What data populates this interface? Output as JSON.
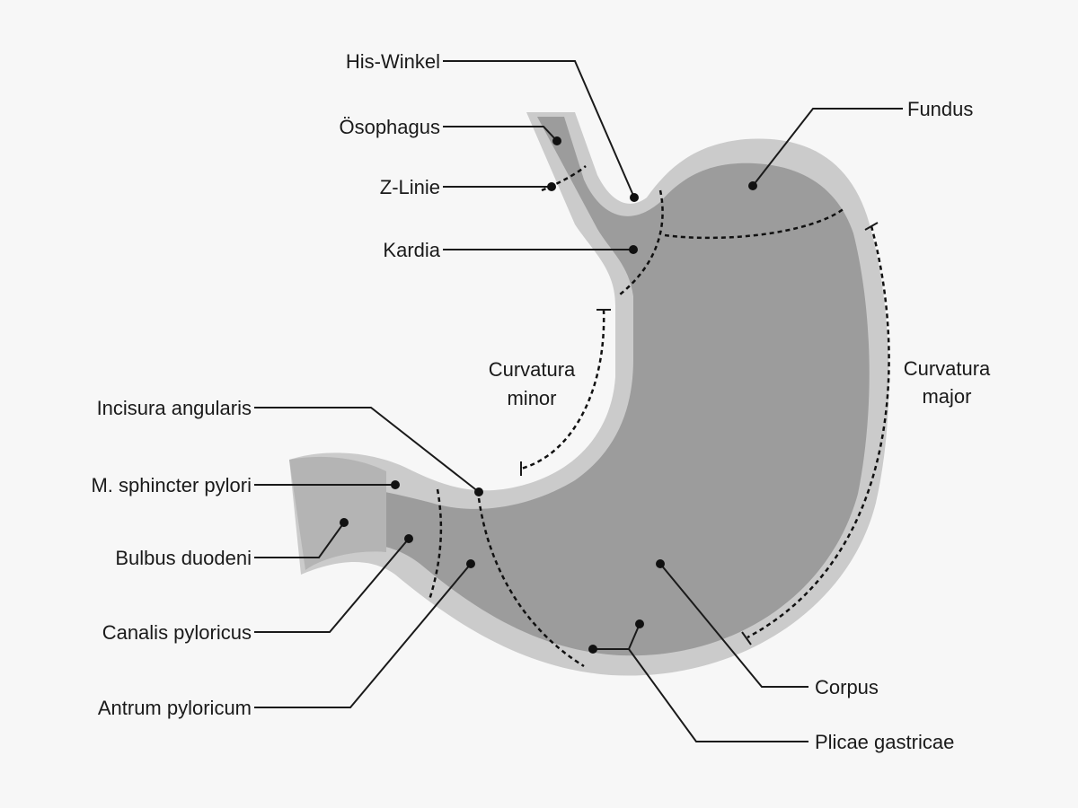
{
  "labels": {
    "his_winkel": "His-Winkel",
    "oesophagus": "Ösophagus",
    "z_linie": "Z-Linie",
    "kardia": "Kardia",
    "fundus": "Fundus",
    "curvatura_minor_1": "Curvatura",
    "curvatura_minor_2": "minor",
    "curvatura_major_1": "Curvatura",
    "curvatura_major_2": "major",
    "incisura": "Incisura angularis",
    "sphincter": "M. sphincter pylori",
    "bulbus": "Bulbus duodeni",
    "canalis": "Canalis pyloricus",
    "antrum": "Antrum pyloricum",
    "corpus": "Corpus",
    "plicae": "Plicae gastricae"
  },
  "colors": {
    "background": "#f7f7f7",
    "outer_wall": "#cbcbcb",
    "inner_mucosa": "#9c9c9c",
    "line": "#1a1a1a"
  }
}
